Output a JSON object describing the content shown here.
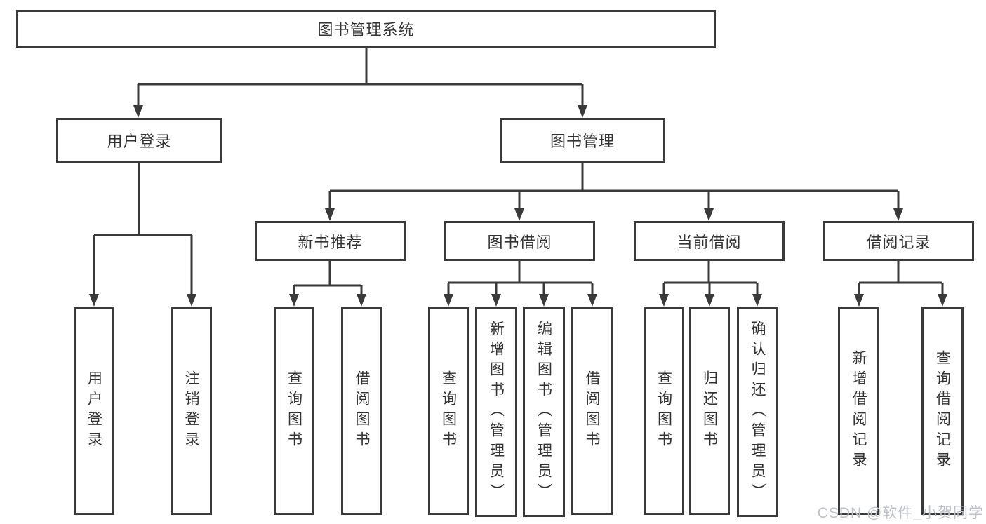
{
  "diagram": {
    "colors": {
      "line": "#3a3a3a",
      "box_border": "#3a3a3a",
      "text": "#333333",
      "background": "#ffffff",
      "watermark": "#bfc3c9"
    },
    "tree": {
      "root": {
        "label": "图书管理系统",
        "children": [
          {
            "label": "用户登录",
            "children": [
              {
                "label": "用户登录"
              },
              {
                "label": "注销登录"
              }
            ]
          },
          {
            "label": "图书管理",
            "children": [
              {
                "label": "新书推荐",
                "children": [
                  {
                    "label": "查询图书"
                  },
                  {
                    "label": "借阅图书"
                  }
                ]
              },
              {
                "label": "图书借阅",
                "children": [
                  {
                    "label": "查询图书"
                  },
                  {
                    "label": "新增图书（管理员）"
                  },
                  {
                    "label": "编辑图书（管理员）"
                  },
                  {
                    "label": "借阅图书"
                  }
                ]
              },
              {
                "label": "当前借阅",
                "children": [
                  {
                    "label": "查询图书"
                  },
                  {
                    "label": "归还图书"
                  },
                  {
                    "label": "确认归还（管理员）"
                  }
                ]
              },
              {
                "label": "借阅记录",
                "children": [
                  {
                    "label": "新增借阅记录"
                  },
                  {
                    "label": "查询借阅记录"
                  }
                ]
              }
            ]
          }
        ]
      }
    },
    "watermark": "CSDN @软件_小贺同学"
  }
}
